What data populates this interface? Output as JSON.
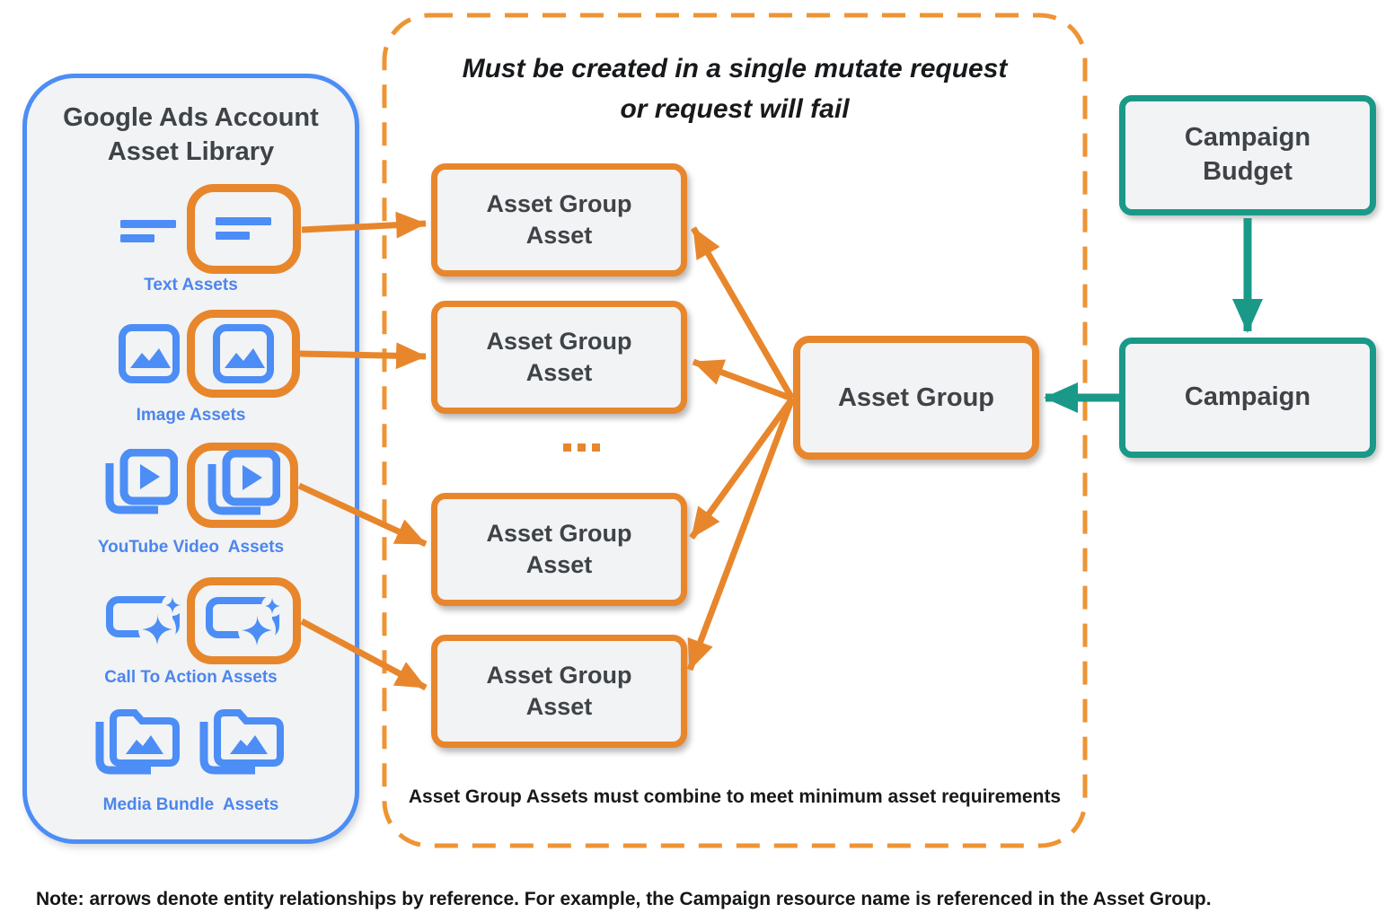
{
  "colors": {
    "orange": "#E8862C",
    "orange_dash": "#EE9434",
    "blue": "#4C8DF6",
    "blue_label": "#4C85EE",
    "teal": "#1A9988",
    "box_fill": "#F1F3F4",
    "text_dark": "#3F4347",
    "text_black": "#17191B"
  },
  "library": {
    "title": "Google Ads Account\nAsset Library",
    "items": [
      {
        "icon": "text-lines-icon",
        "label": "Text Assets",
        "highlighted": true
      },
      {
        "icon": "image-icon",
        "label": "Image Assets",
        "highlighted": true
      },
      {
        "icon": "video-play-stack-icon",
        "label": "YouTube Video  Assets",
        "highlighted": true
      },
      {
        "icon": "call-to-action-sparkle-icon",
        "label": "Call To Action Assets",
        "highlighted": true
      },
      {
        "icon": "media-folder-stack-icon",
        "label": "Media Bundle  Assets",
        "highlighted": false
      }
    ]
  },
  "mutate_group": {
    "title": "Must be created in a single mutate request\nor request will fail",
    "asset_box_label": "Asset Group\nAsset",
    "asset_box_count": 4,
    "ellipsis": "...",
    "asset_group_label": "Asset Group",
    "footer": "Asset Group Assets must combine to meet minimum asset requirements"
  },
  "campaign": {
    "budget_label": "Campaign\nBudget",
    "campaign_label": "Campaign"
  },
  "note": "Note: arrows denote entity relationships by reference. For example, the Campaign resource name is referenced in the Asset Group."
}
